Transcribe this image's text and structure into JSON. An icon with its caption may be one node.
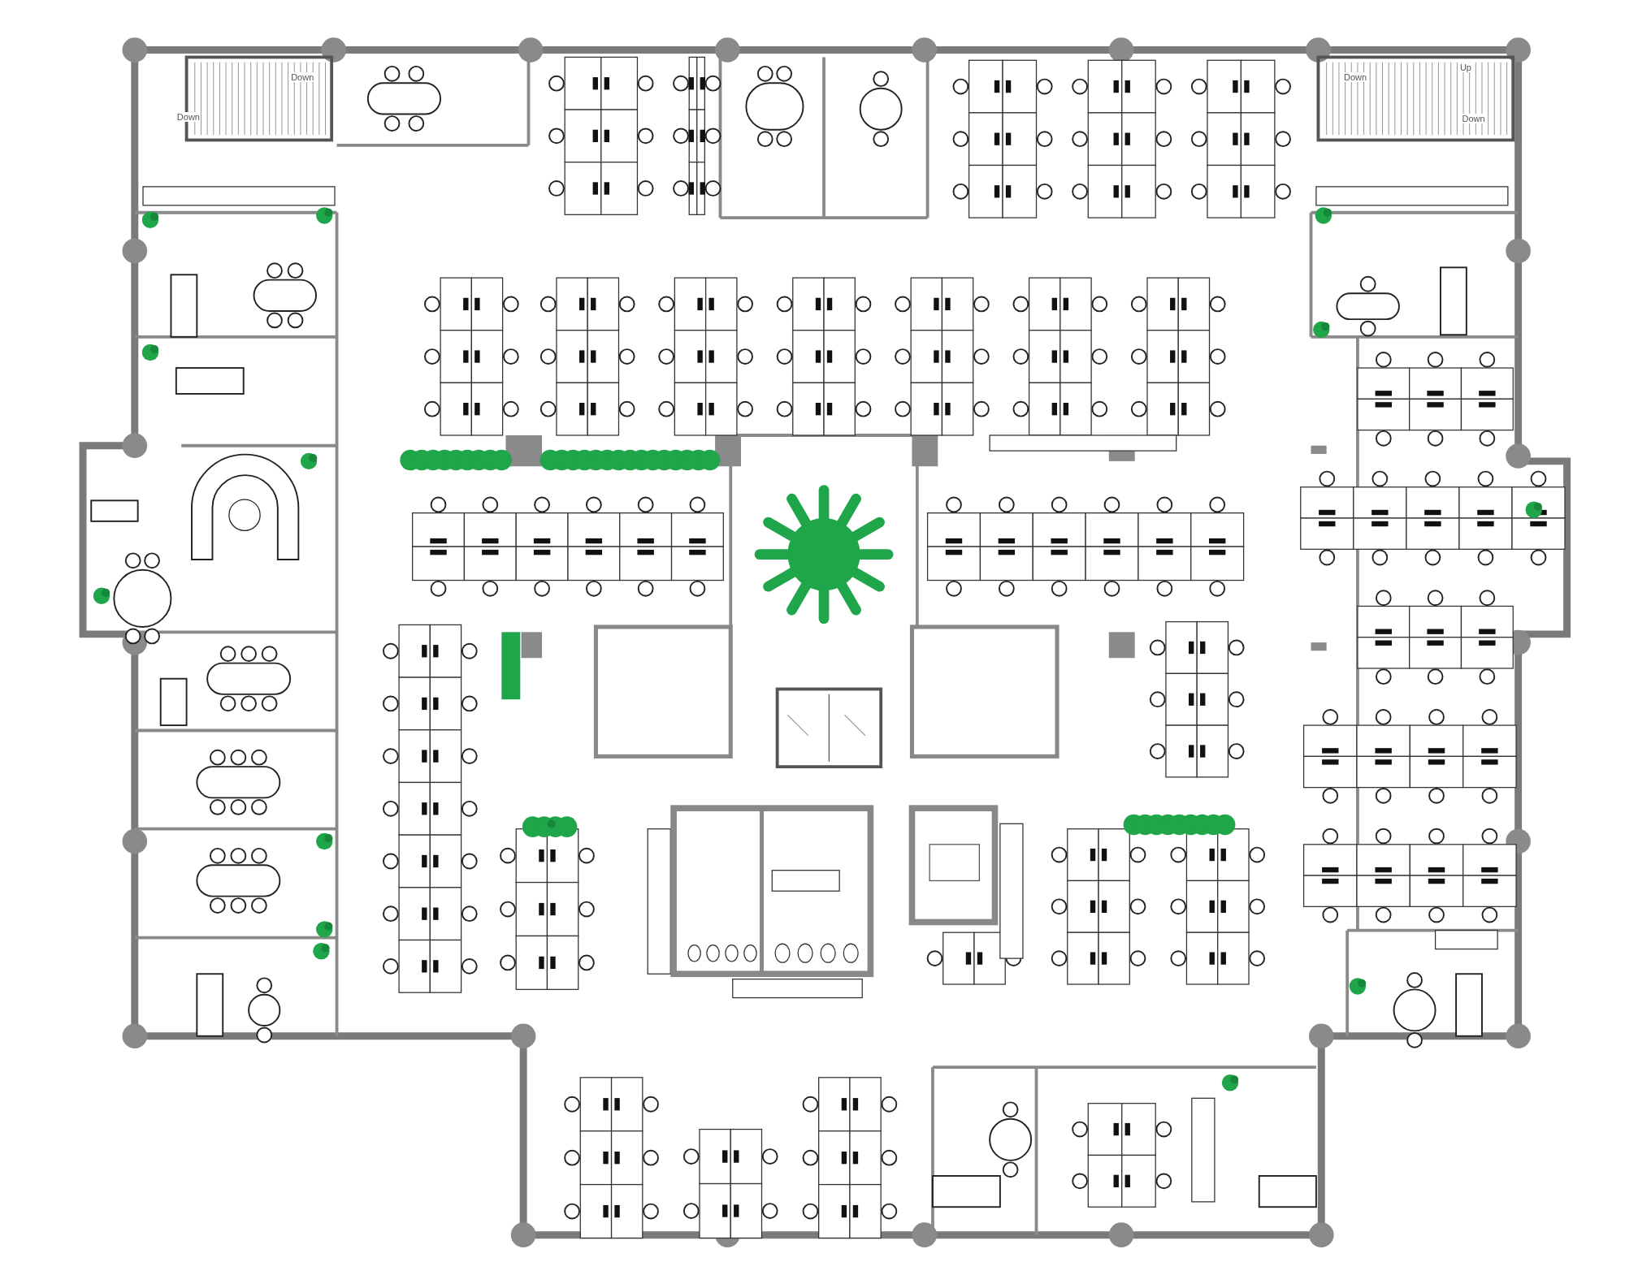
{
  "diagram": {
    "labels": [
      "Down",
      "Down",
      "Down",
      "Up",
      "Down"
    ]
  }
}
